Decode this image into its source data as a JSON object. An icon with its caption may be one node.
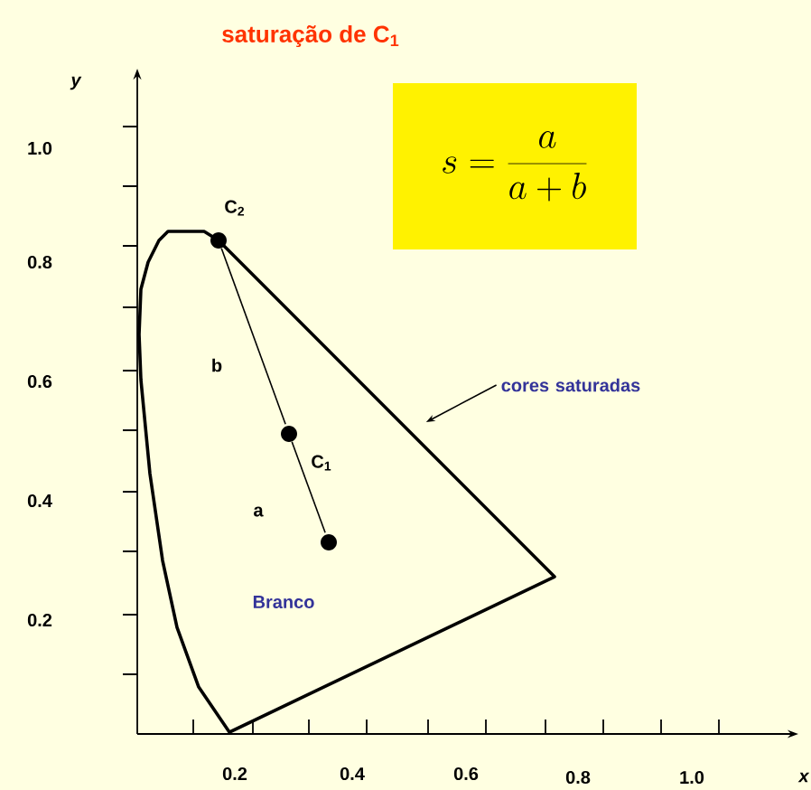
{
  "diagram": {
    "title": "saturação de C$_{1}$",
    "nodes": [
      {
        "text": [
          "s = \\frac{a}{a+b}"
        ]
      },
      {
        "text": [],
        "shape": "circle",
        "beside": [
          "C$_{2}$"
        ]
      },
      {
        "text": [],
        "shape": "circle",
        "beside": [
          "C$_{1}$"
        ]
      },
      {
        "text": [],
        "shape": "circle",
        "beside": [
          "Branco"
        ]
      },
      {
        "text": [
          "cores saturadas"
        ]
      }
    ],
    "edges": [
      {
        "from": 1,
        "to": 2,
        "arrow": "none",
        "label": "b"
      },
      {
        "from": 2,
        "to": 3,
        "arrow": "none",
        "label": "a"
      },
      {
        "from": 4,
        "to": null,
        "arrow": "to"
      }
    ],
    "labels": [
      "y",
      "1.0",
      "0.8",
      "0.6",
      "0.4",
      "0.2",
      "0.2",
      "0.4",
      "0.6",
      "0.8",
      "1.0",
      "x"
    ]
  }
}
